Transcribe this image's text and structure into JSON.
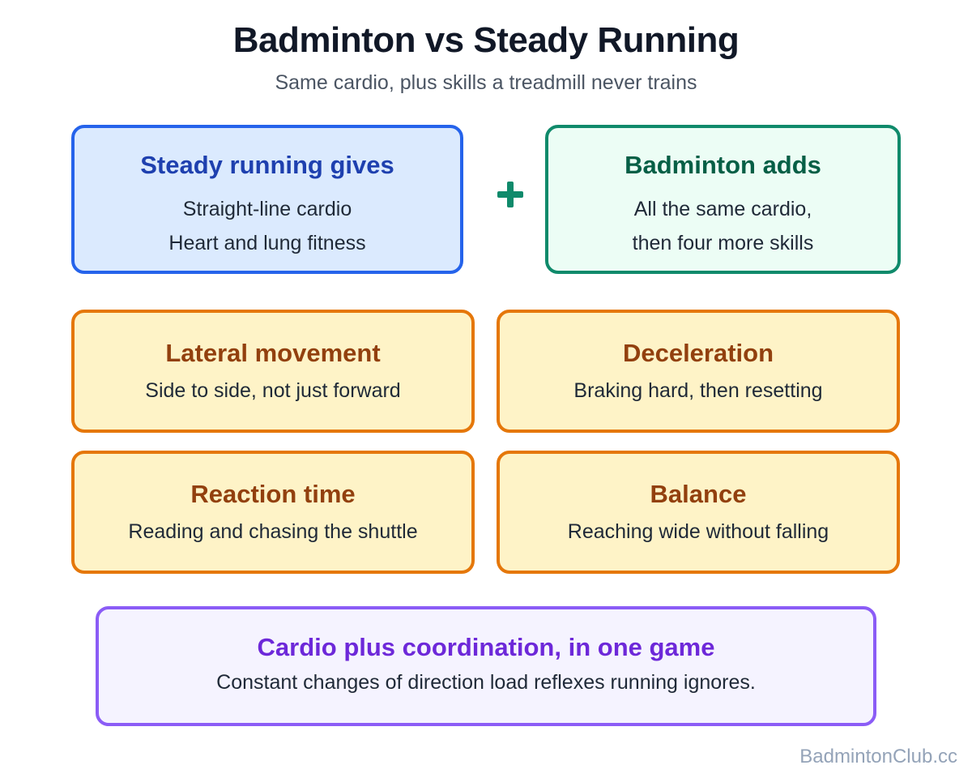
{
  "header": {
    "title": "Badminton vs Steady Running",
    "subtitle": "Same cardio, plus skills a treadmill never trains"
  },
  "comparison": {
    "running": {
      "heading": "Steady running gives",
      "lines": [
        "Straight-line cardio",
        "Heart and lung fitness"
      ]
    },
    "operator": "plus-icon",
    "badminton": {
      "heading": "Badminton adds",
      "lines": [
        "All the same cardio,",
        "then four more skills"
      ]
    }
  },
  "skills": [
    {
      "heading": "Lateral movement",
      "text": "Side to side, not just forward"
    },
    {
      "heading": "Deceleration",
      "text": "Braking hard, then resetting"
    },
    {
      "heading": "Reaction time",
      "text": "Reading and chasing the shuttle"
    },
    {
      "heading": "Balance",
      "text": "Reaching wide without falling"
    }
  ],
  "summary": {
    "heading": "Cardio plus coordination, in one game",
    "text": "Constant changes of direction load reflexes running ignores."
  },
  "footer": {
    "watermark": "BadmintonClub.cc"
  },
  "colors": {
    "running_border": "#2563eb",
    "running_fill": "#dbeafe",
    "badminton_border": "#0f8a6b",
    "badminton_fill": "#ecfdf5",
    "skill_border": "#e5770a",
    "skill_fill": "#fef3c7",
    "summary_border": "#8b5cf6",
    "summary_fill": "#f5f3ff"
  }
}
